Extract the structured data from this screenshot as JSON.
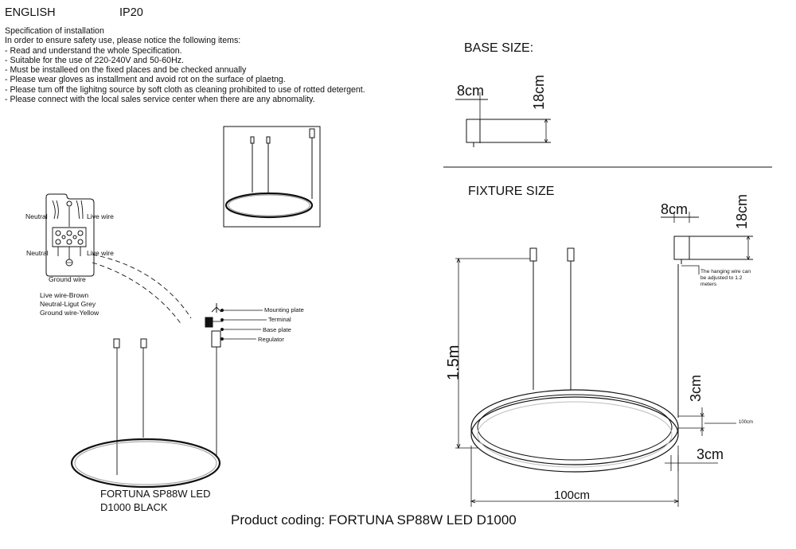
{
  "header": {
    "language": "ENGLISH",
    "rating": "IP20"
  },
  "spec": {
    "title": "Specification of installation",
    "intro": "In order to ensure safety use, please notice the following items:",
    "items": [
      "- Read and understand the whole Specification.",
      "- Suitable for the use of 220-240V and 50-60Hz.",
      "- Must be installeed on the fixed places and be checked annually",
      "- Please wear gloves as installment and avoid rot on the surface of plaetng.",
      "- Please tum off the lighitng source by soft cloth as cleaning prohibited to use of rotted detergent.",
      "- Please connect with the local sales service center when there are any abnomality."
    ]
  },
  "wiring": {
    "neutral_top": "Neutral",
    "live_top": "Live wire",
    "neutral_bottom": "Neutral",
    "live_bottom": "Live wire",
    "ground": "Ground wire",
    "legend": [
      "Live wire-Brown",
      "Neutral-Ligut Grey",
      "Ground wire-Yellow"
    ]
  },
  "parts": {
    "mounting_plate": "Mounting plate",
    "terminal": "Terminal",
    "base_plate": "Base plate",
    "regulator": "Regulator"
  },
  "product": {
    "model_line1": "FORTUNA SP88W LED",
    "model_line2": "D1000 BLACK",
    "coding": "Product coding: FORTUNA SP88W LED D1000"
  },
  "base_size": {
    "title": "BASE SIZE:",
    "width": "8cm",
    "height": "18cm"
  },
  "fixture_size": {
    "title": "FIXTURE SIZE",
    "width": "8cm",
    "height": "18cm",
    "wire_note": [
      "The hanging wire can",
      "be adjusted to 1.2",
      "meters"
    ],
    "drop": "1.5m",
    "ring_height": "3cm",
    "ring_width": "3cm",
    "ring_label": "100cm",
    "diameter": "100cm"
  },
  "colors": {
    "ink": "#111111",
    "ring_dark": "#2a2a2a",
    "ring_light": "#bdbdbd"
  }
}
